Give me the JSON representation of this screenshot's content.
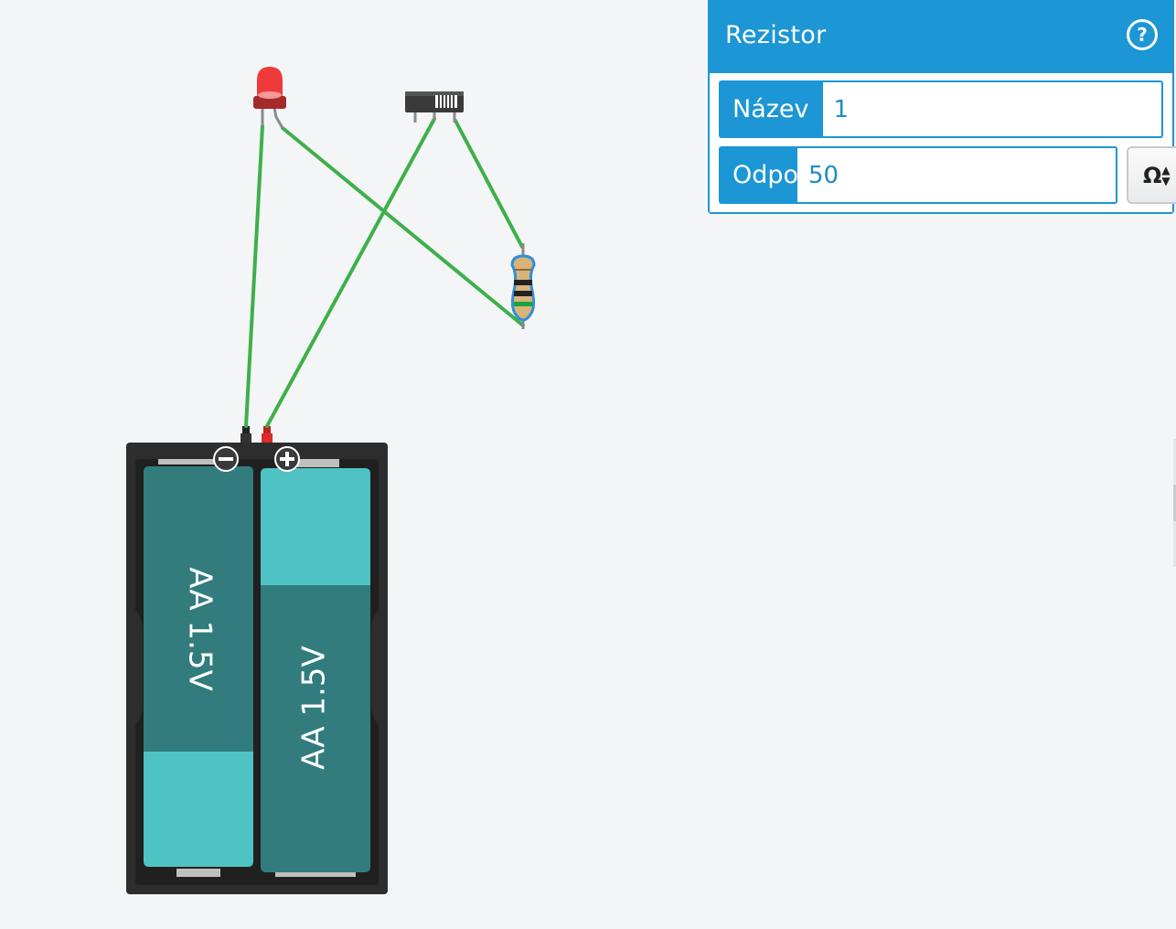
{
  "inspector": {
    "title": "Rezistor",
    "help_label": "?",
    "fields": [
      {
        "label": "Název",
        "value": "1"
      },
      {
        "label": "Odpor",
        "value": "50"
      }
    ],
    "unit": {
      "selected": "Ω",
      "up": "▲",
      "down": "▼"
    }
  },
  "circuit": {
    "battery_label_1": "AA 1.5V",
    "battery_label_2": "AA 1.5V",
    "wire_color": "#3db04a",
    "led_color": "#f03a3a",
    "battery_cell_dark": "#327c7e",
    "battery_cell_light": "#4fc2c4"
  }
}
